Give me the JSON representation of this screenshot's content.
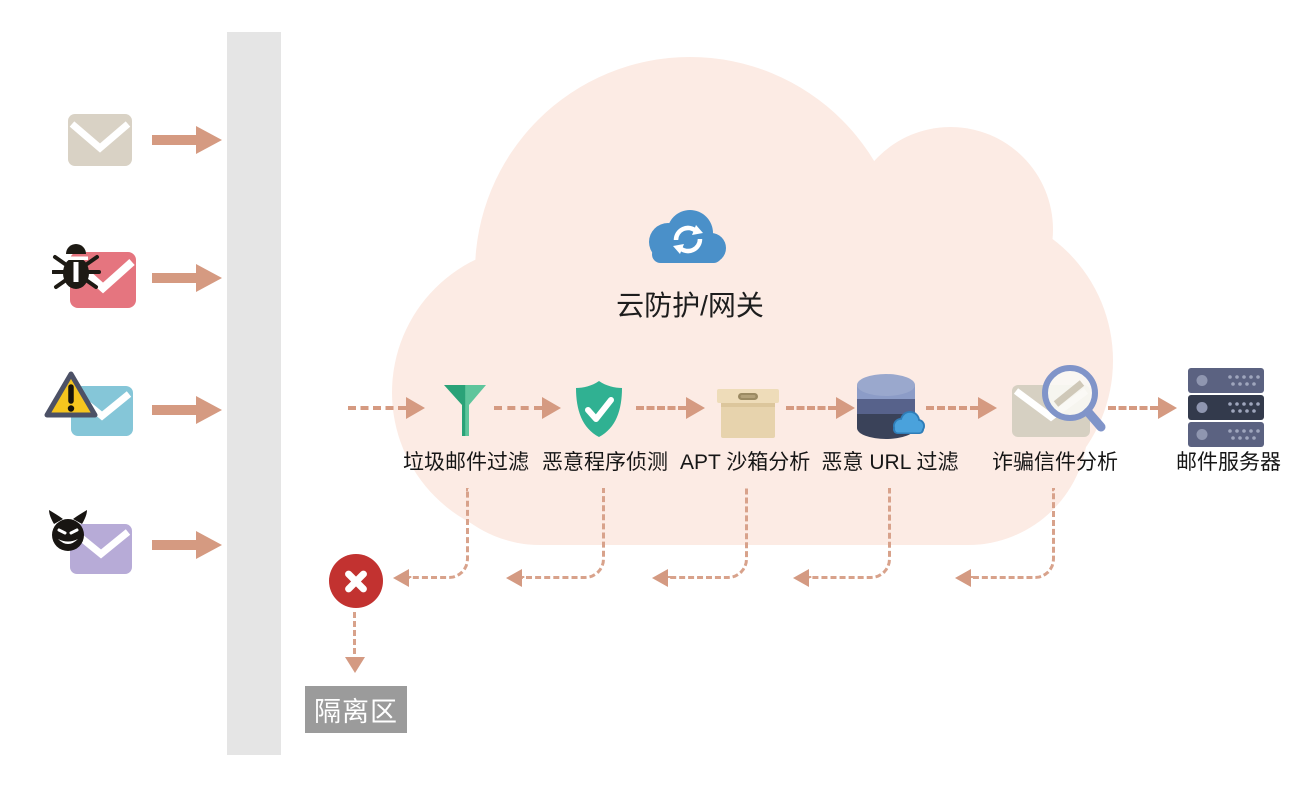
{
  "diagram": {
    "cloud_label": "云防护/网关",
    "stages": [
      {
        "id": "spam-filter",
        "label": "垃圾邮件过滤",
        "icon": "funnel-icon"
      },
      {
        "id": "malware-detection",
        "label": "恶意程序侦测",
        "icon": "shield-check-icon"
      },
      {
        "id": "apt-sandbox",
        "label": "APT 沙箱分析",
        "icon": "sandbox-box-icon"
      },
      {
        "id": "url-filter",
        "label": "恶意 URL 过滤",
        "icon": "database-cloud-icon"
      },
      {
        "id": "phishing-analysis",
        "label": "诈骗信件分析",
        "icon": "mail-magnifier-icon"
      }
    ],
    "server_label": "邮件服务器",
    "quarantine_label": "隔离区",
    "incoming_emails": [
      {
        "type": "normal-mail",
        "icon": "mail-icon",
        "color": "#d9d2c5"
      },
      {
        "type": "malware-mail",
        "icon": "mail-bug-icon",
        "color": "#e5757f"
      },
      {
        "type": "suspicious-mail",
        "icon": "mail-warning-icon",
        "color": "#85c6d8"
      },
      {
        "type": "malicious-mail",
        "icon": "mail-devil-icon",
        "color": "#b7abd7"
      }
    ],
    "colors": {
      "cloud_background": "#fcebe4",
      "arrow_salmon": "#d59a81",
      "barrier_grey": "#e5e5e5",
      "block_red": "#c23230",
      "quarantine_grey": "#9b9b9b",
      "gateway_cloud_blue": "#4a90c9",
      "shield_green": "#30b192",
      "funnel_green": "#3cb487",
      "box_tan": "#e7d3ad",
      "server_navy": "#5b6281"
    }
  }
}
